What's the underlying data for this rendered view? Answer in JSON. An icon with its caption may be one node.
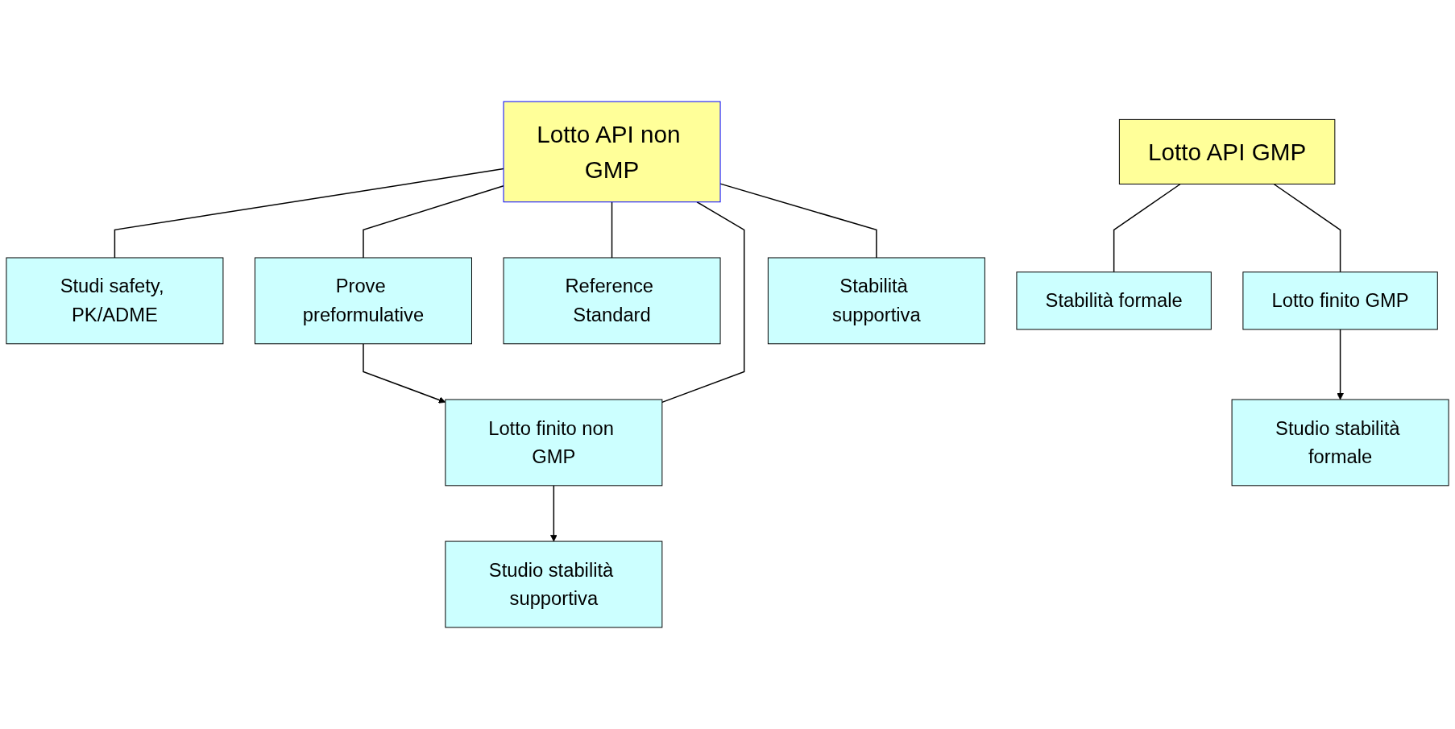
{
  "diagram": {
    "nodes": [
      {
        "text": [
          "Lotto API non GMP"
        ]
      },
      {
        "text": [
          "Studi safety, PK/ADME"
        ]
      },
      {
        "text": [
          "Prove preformulative"
        ]
      },
      {
        "text": [
          "Reference Standard"
        ]
      },
      {
        "text": [
          "Lotto finito non GMP"
        ]
      },
      {
        "text": [
          "Stabilità supportiva"
        ]
      },
      {
        "text": [
          "Studio stabilità supportiva"
        ]
      },
      {
        "text": [
          "Lotto API GMP"
        ]
      },
      {
        "text": [
          "Stabilità formale"
        ]
      },
      {
        "text": [
          "Lotto finito GMP"
        ]
      },
      {
        "text": [
          "Studio stabilità formale"
        ]
      }
    ],
    "edges": [
      {
        "from": 0,
        "to": 1,
        "arrow": "none"
      },
      {
        "from": 0,
        "to": 2,
        "arrow": "none"
      },
      {
        "from": 0,
        "to": 3,
        "arrow": "none"
      },
      {
        "from": 0,
        "to": 4,
        "arrow": "none"
      },
      {
        "from": 0,
        "to": 5,
        "arrow": "none"
      },
      {
        "from": 2,
        "to": 4,
        "arrow": "to"
      },
      {
        "from": 4,
        "to": 6,
        "arrow": "to"
      },
      {
        "from": 7,
        "to": 8,
        "arrow": "none"
      },
      {
        "from": 7,
        "to": 9,
        "arrow": "none"
      },
      {
        "from": 9,
        "to": 10,
        "arrow": "to"
      }
    ]
  }
}
